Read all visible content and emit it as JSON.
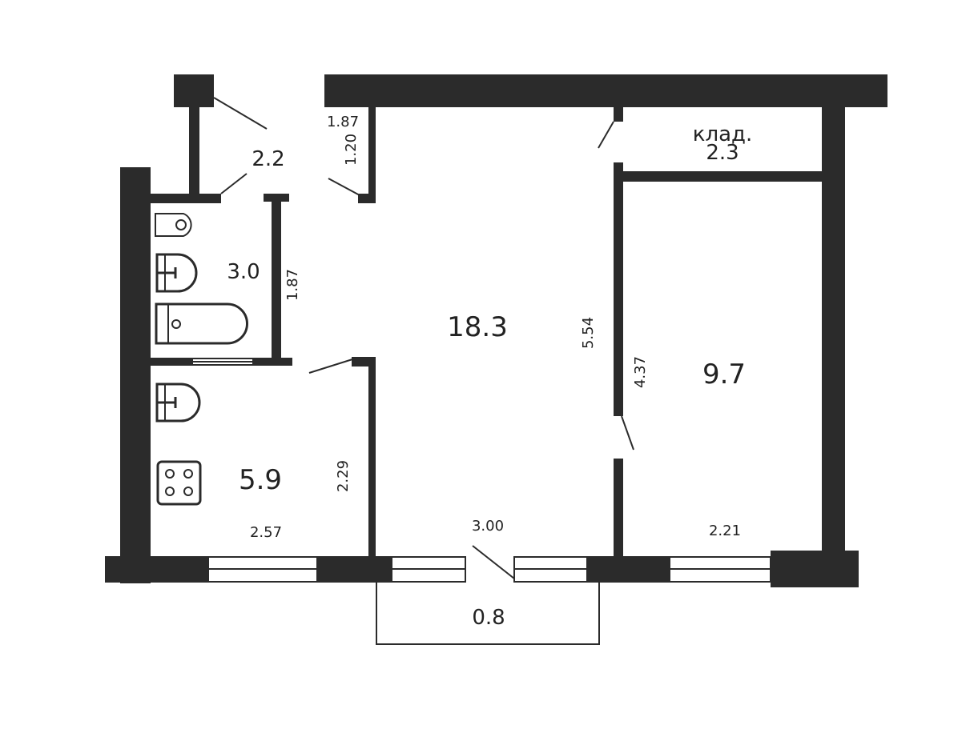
{
  "rooms": {
    "living": {
      "area": "18.3"
    },
    "bedroom": {
      "area": "9.7"
    },
    "kitchen": {
      "area": "5.9"
    },
    "bathroom": {
      "area": "3.0"
    },
    "hall": {
      "area": "2.2"
    },
    "storage": {
      "label": "клад.",
      "area": "2.3"
    },
    "balcony": {
      "area": "0.8"
    }
  },
  "dimensions": {
    "top_left_187": "1.87",
    "vert_120": "1.20",
    "bath_187": "1.87",
    "living_554": "5.54",
    "bedroom_437": "4.37",
    "kitchen_229": "2.29",
    "kitchen_257": "2.57",
    "living_300": "3.00",
    "bedroom_221": "2.21"
  }
}
